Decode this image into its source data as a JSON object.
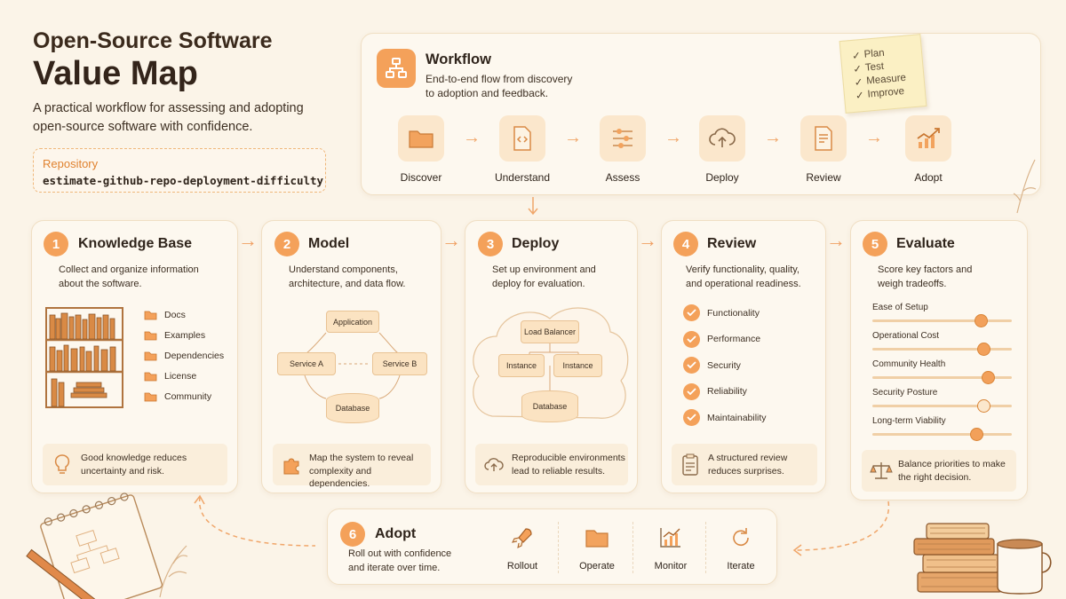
{
  "header": {
    "title_line1": "Open-Source Software",
    "title_line2": "Value Map",
    "subtitle_line1": "A practical workflow for assessing and adopting",
    "subtitle_line2": "open-source software with confidence."
  },
  "repository": {
    "label": "Repository",
    "value": "estimate-github-repo-deployment-difficulty"
  },
  "workflow": {
    "title": "Workflow",
    "desc_line1": "End-to-end flow from discovery",
    "desc_line2": "to adoption and feedback.",
    "steps": [
      {
        "label": "Discover",
        "icon": "folder-icon"
      },
      {
        "label": "Understand",
        "icon": "code-file-icon"
      },
      {
        "label": "Assess",
        "icon": "sliders-icon"
      },
      {
        "label": "Deploy",
        "icon": "cloud-upload-icon"
      },
      {
        "label": "Review",
        "icon": "checklist-icon"
      },
      {
        "label": "Adopt",
        "icon": "growth-chart-icon"
      }
    ]
  },
  "sticky_note": {
    "items": [
      "Plan",
      "Test",
      "Measure",
      "Improve"
    ]
  },
  "panels": [
    {
      "number": "1",
      "title": "Knowledge Base",
      "desc_line1": "Collect and organize information",
      "desc_line2": "about the software.",
      "items": [
        "Docs",
        "Examples",
        "Dependencies",
        "License",
        "Community"
      ],
      "note_line1": "Good knowledge reduces",
      "note_line2": "uncertainty and risk."
    },
    {
      "number": "2",
      "title": "Model",
      "desc_line1": "Understand components,",
      "desc_line2": "architecture, and data flow.",
      "diagram": {
        "top": "Application",
        "left": "Service A",
        "right": "Service B",
        "bottom": "Database"
      },
      "note_line1": "Map the system to reveal",
      "note_line2": "complexity and dependencies."
    },
    {
      "number": "3",
      "title": "Deploy",
      "desc_line1": "Set up environment and",
      "desc_line2": "deploy for evaluation.",
      "diagram": {
        "top": "Load Balancer",
        "left": "Instance",
        "right": "Instance",
        "bottom": "Database"
      },
      "note_line1": "Reproducible environments",
      "note_line2": "lead to reliable results."
    },
    {
      "number": "4",
      "title": "Review",
      "desc_line1": "Verify functionality, quality,",
      "desc_line2": "and operational readiness.",
      "items": [
        "Functionality",
        "Performance",
        "Security",
        "Reliability",
        "Maintainability"
      ],
      "note_line1": "A structured review",
      "note_line2": "reduces surprises."
    },
    {
      "number": "5",
      "title": "Evaluate",
      "desc_line1": "Score key factors and",
      "desc_line2": "weigh tradeoffs.",
      "factors": [
        {
          "label": "Ease of Setup",
          "score": 0.78
        },
        {
          "label": "Operational Cost",
          "score": 0.8
        },
        {
          "label": "Community Health",
          "score": 0.83
        },
        {
          "label": "Security Posture",
          "score": 0.8
        },
        {
          "label": "Long-term Viability",
          "score": 0.75
        }
      ],
      "note_line1": "Balance priorities to make",
      "note_line2": "the right decision."
    }
  ],
  "adopt": {
    "number": "6",
    "title": "Adopt",
    "desc_line1": "Roll out with confidence",
    "desc_line2": "and iterate over time.",
    "steps": [
      {
        "label": "Rollout",
        "icon": "rocket-icon"
      },
      {
        "label": "Operate",
        "icon": "folder-icon"
      },
      {
        "label": "Monitor",
        "icon": "monitor-chart-icon"
      },
      {
        "label": "Iterate",
        "icon": "refresh-icon"
      }
    ]
  },
  "colors": {
    "background": "#fbf4e8",
    "accent": "#f4a15a",
    "tile": "#fbe7cc",
    "ink": "#3d2f22"
  }
}
